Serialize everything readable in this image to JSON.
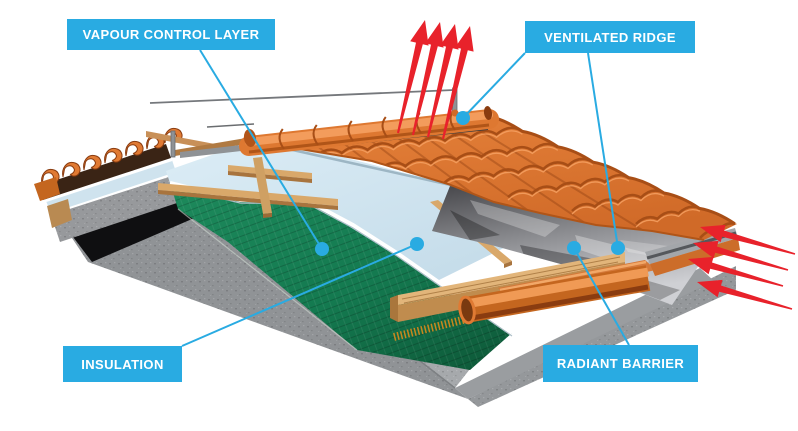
{
  "diagram": {
    "type": "roof-construction-cutaway",
    "background": "#ffffff",
    "labels": {
      "vapour_control_layer": {
        "text": "VAPOUR CONTROL LAYER"
      },
      "ventilated_ridge": {
        "text": "VENTILATED RIDGE"
      },
      "insulation": {
        "text": "INSULATION"
      },
      "radiant_barrier": {
        "text": "RADIANT BARRIER"
      }
    },
    "colors": {
      "label_background": "#29abe2",
      "label_text": "#ffffff",
      "leader_line": "#29abe2",
      "airflow_arrow_red": "#e8222b",
      "tile_orange": "#df7a33",
      "ridge_tile_orange": "#de7831",
      "insulation_pale_blue": "#d4e8f2",
      "vapour_layer_green": "#157a52",
      "concrete_grey": "#909396",
      "wood_tan": "#d9a86a",
      "radiant_foil_grey": "#8c8d91",
      "gutter_orange": "#c4661f"
    },
    "airflow": {
      "ridge_arrow_count": 4,
      "eave_arrow_count": 4,
      "ridge_direction": "up-out-of-ridge",
      "eave_direction": "in-at-eave"
    }
  }
}
